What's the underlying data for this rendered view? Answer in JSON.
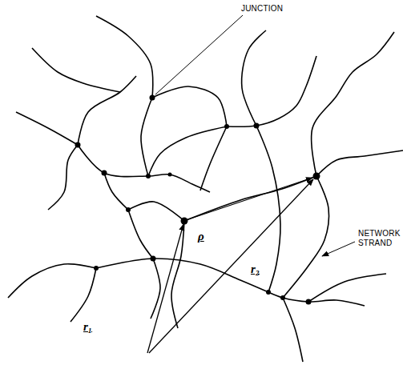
{
  "diagram": {
    "labels": [
      "JUNCTION",
      "NETWORK STRAND",
      "ρ",
      "r₁",
      "r₂"
    ]
  }
}
